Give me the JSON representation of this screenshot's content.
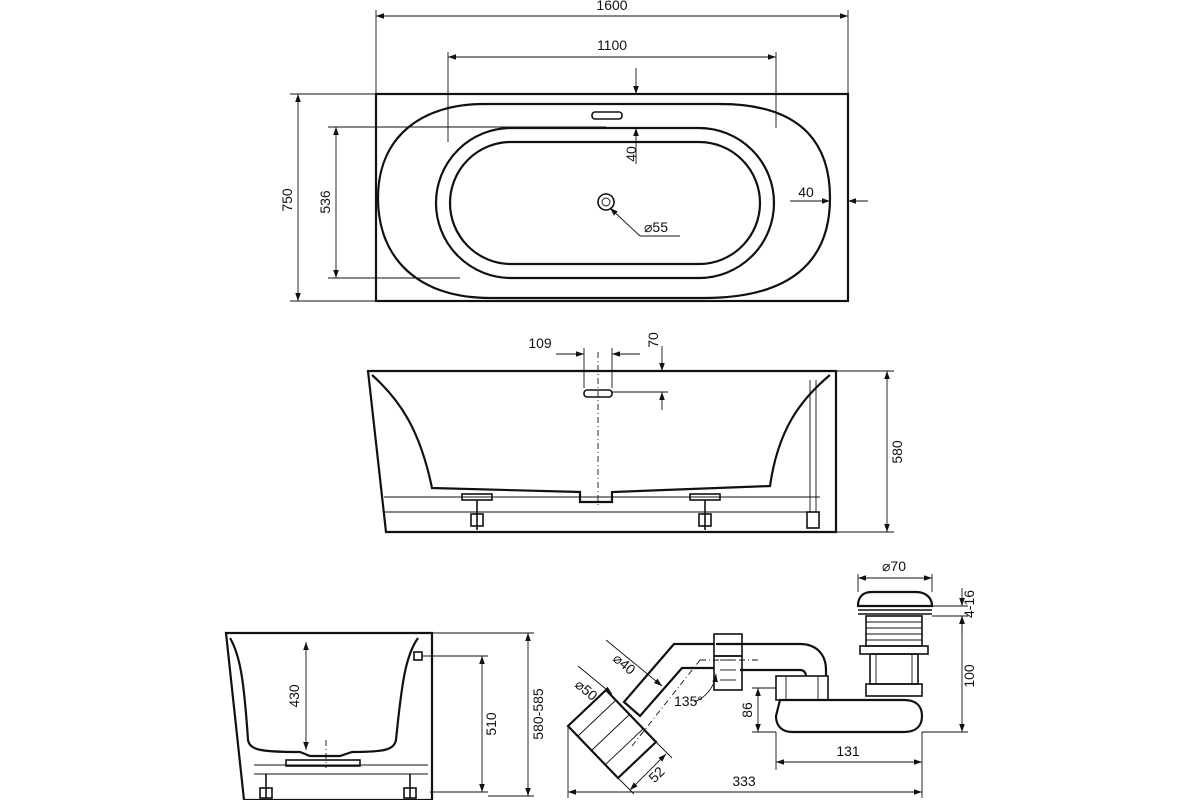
{
  "dimensions": {
    "top_length": "1600",
    "top_inner_length": "1100",
    "top_overflow_offset": "40",
    "top_width": "750",
    "top_inner_width": "536",
    "top_rim": "40",
    "top_drain_diameter": "⌀55",
    "side_overflow_width": "109",
    "side_overflow_height": "70",
    "side_height": "580",
    "end_depth": "430",
    "end_height_inner": "510",
    "end_height_total": "580-585",
    "siphon_cap_diameter": "⌀70",
    "siphon_cap_adjust": "4-16",
    "siphon_height": "100",
    "siphon_outlet_height": "86",
    "siphon_pipe_40": "⌀40",
    "siphon_pipe_50": "⌀50",
    "siphon_angle": "135°",
    "siphon_socket": "52",
    "siphon_offset": "131",
    "siphon_length": "333"
  }
}
